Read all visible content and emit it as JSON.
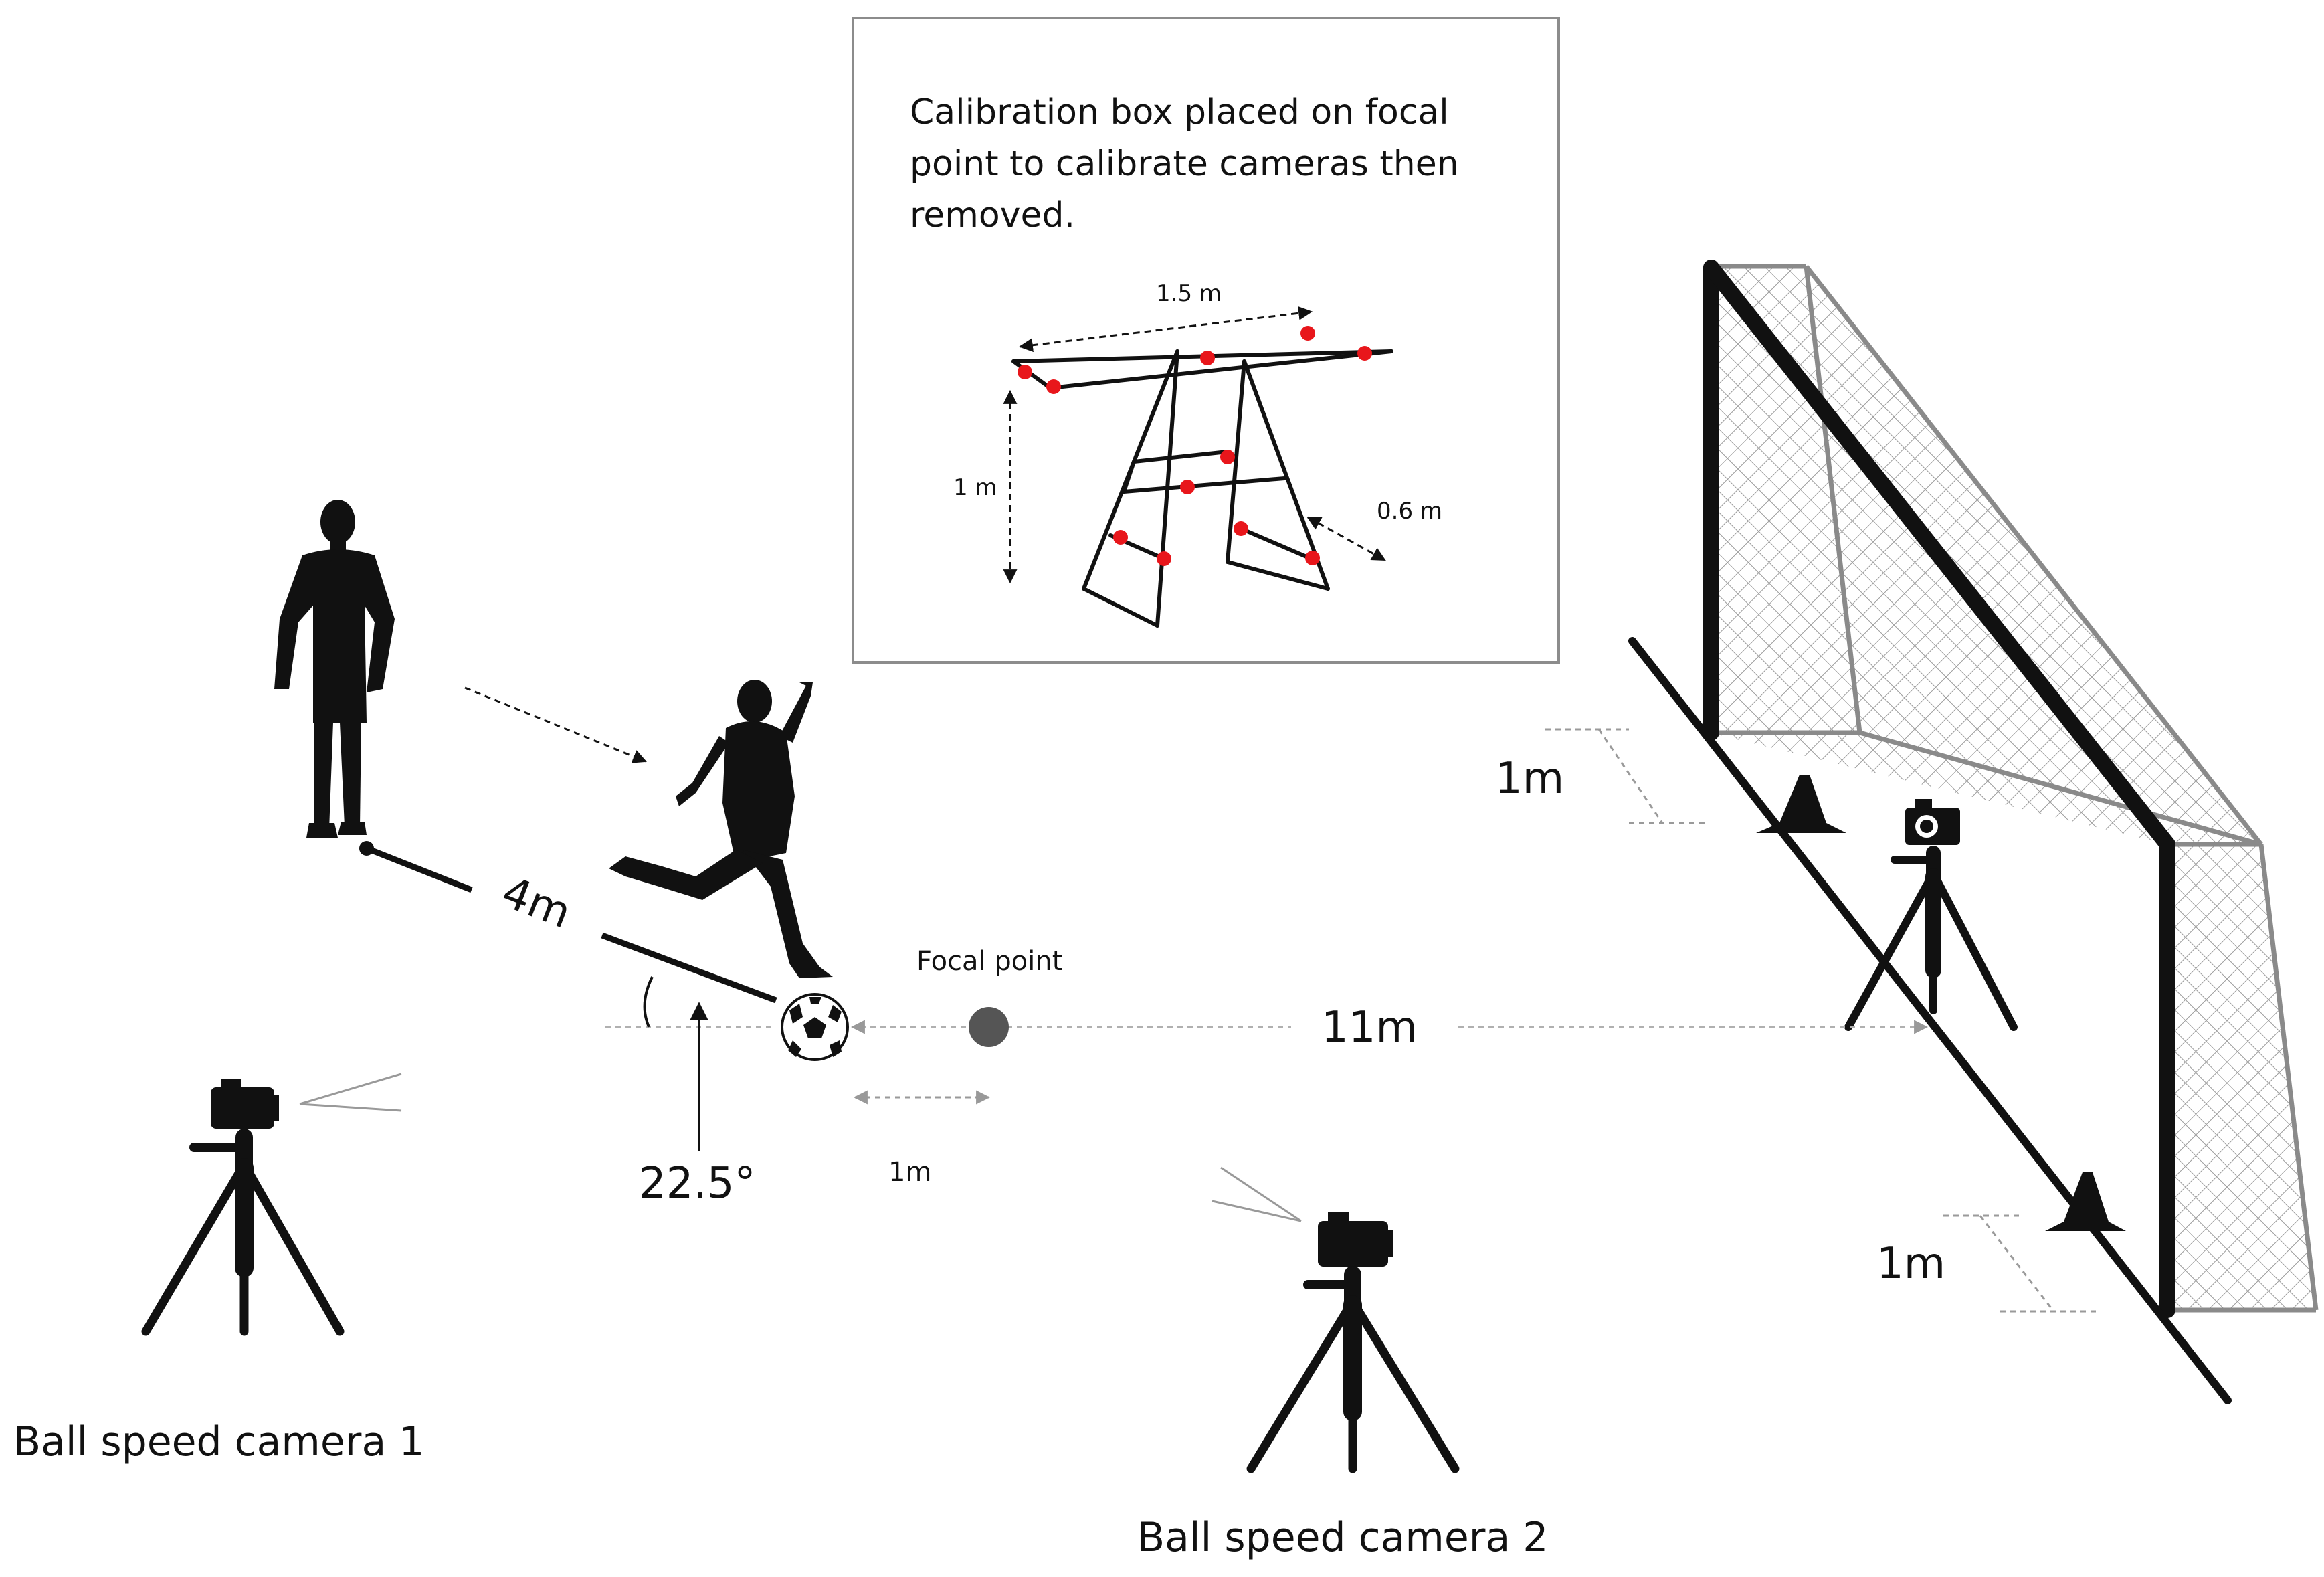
{
  "calibration": {
    "caption_lines": [
      "Calibration box placed on focal",
      "point to calibrate cameras then",
      "removed."
    ],
    "width_label": "1.5 m",
    "height_label": "1 m",
    "depth_label": "0.6 m"
  },
  "run_up": {
    "distance_label": "4m",
    "angle_label": "22.5°"
  },
  "focal_point": {
    "label": "Focal point",
    "offset_label": "1m"
  },
  "target": {
    "distance_label": "11m",
    "cone_offset_top": "1m",
    "cone_offset_bottom": "1m"
  },
  "cameras": {
    "camera_1_label": "Ball speed camera 1",
    "camera_2_label": "Ball speed camera 2"
  },
  "colors": {
    "ink": "#111111",
    "marker_red": "#e8161b",
    "net_grey": "#8a8a8a",
    "guide_grey": "#a0a0a0",
    "focal_dot": "#555555"
  }
}
